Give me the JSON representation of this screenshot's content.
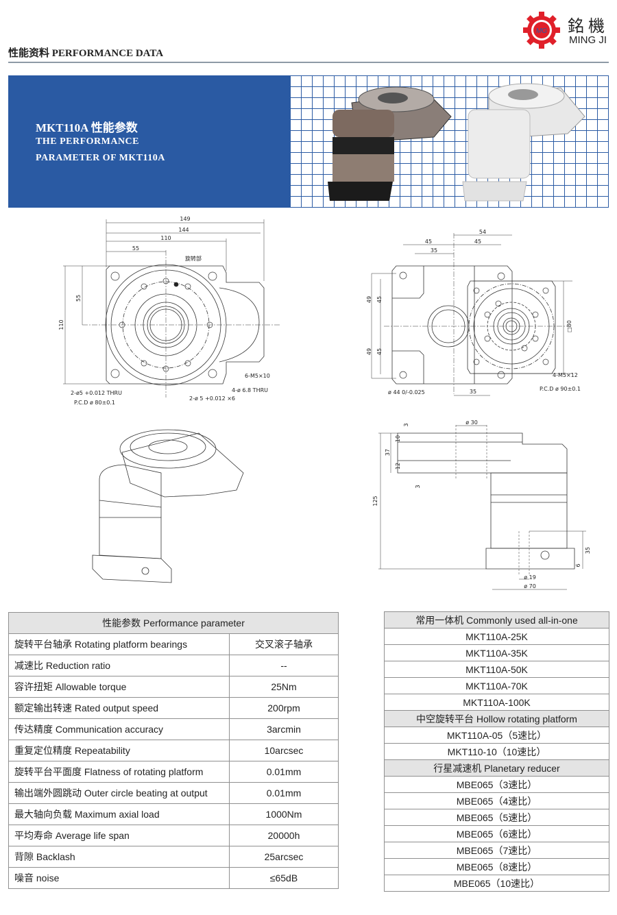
{
  "header": {
    "title": "性能资料 PERFORMANCE DATA",
    "logo_cn": "銘機",
    "logo_en": "MING JI",
    "logo_mark": "MG"
  },
  "banner": {
    "line1": "MKT110A 性能参数",
    "line2": "THE PERFORMANCE",
    "line3": "PARAMETER OF MKT110A"
  },
  "drawing_top": {
    "d149": "149",
    "d144": "144",
    "d110": "110",
    "d55": "55",
    "v55": "55",
    "v110": "110",
    "rotating_part": "旋转部",
    "m5": "6-M5×10",
    "thru68": "4-ø 6.8 THRU",
    "pin1": "2-ø5 +0.012 THRU",
    "pin2": "2-ø 5 +0.012 ×6",
    "pcd": "P.C.D ø 80±0.1"
  },
  "drawing_bottom": {
    "d54": "54",
    "d45a": "45",
    "d45b": "45",
    "d35": "35",
    "v49a": "49",
    "v45a": "45",
    "v49b": "49",
    "v45b": "45",
    "sq80": "□80",
    "m5": "4-M5×12",
    "pcd": "P.C.D ø 90±0.1",
    "phi44": "ø 44 0/-0.025",
    "b35": "35"
  },
  "drawing_side": {
    "phi30": "ø 30",
    "d3a": "3",
    "d10": "10",
    "d37": "37",
    "d12": "12",
    "d3b": "3",
    "d125": "125",
    "d35": "35",
    "d6": "6",
    "phi19": "ø 19",
    "phi70": "ø 70"
  },
  "performance": {
    "header": "性能参数 Performance parameter",
    "rows": [
      {
        "label": "旋转平台轴承 Rotating platform bearings",
        "value": "交叉滚子轴承"
      },
      {
        "label": "减速比 Reduction ratio",
        "value": "--"
      },
      {
        "label": "容许扭矩 Allowable torque",
        "value": "25Nm"
      },
      {
        "label": "额定输出转速 Rated output speed",
        "value": "200rpm"
      },
      {
        "label": "传达精度 Communication accuracy",
        "value": "3arcmin"
      },
      {
        "label": "重复定位精度 Repeatability",
        "value": "10arcsec"
      },
      {
        "label": "旋转平台平面度 Flatness of rotating platform",
        "value": "0.01mm"
      },
      {
        "label": "输出端外圆跳动 Outer circle beating at output",
        "value": "0.01mm"
      },
      {
        "label": "最大轴向负载 Maximum axial load",
        "value": "1000Nm"
      },
      {
        "label": "平均寿命 Average life span",
        "value": "20000h"
      },
      {
        "label": "背隙 Backlash",
        "value": "25arcsec"
      },
      {
        "label": "噪音 noise",
        "value": "≤65dB"
      }
    ]
  },
  "models": {
    "groups": [
      {
        "header": "常用一体机 Commonly used all-in-one",
        "items": [
          "MKT110A-25K",
          "MKT110A-35K",
          "MKT110A-50K",
          "MKT110A-70K",
          "MKT110A-100K"
        ]
      },
      {
        "header": "中空旋转平台 Hollow rotating platform",
        "items": [
          "MKT110A-05（5速比）",
          "MKT110-10（10速比）"
        ]
      },
      {
        "header": "行星减速机 Planetary reducer",
        "items": [
          "MBE065（3速比）",
          "MBE065（4速比）",
          "MBE065（5速比）",
          "MBE065（6速比）",
          "MBE065（7速比）",
          "MBE065（8速比）",
          "MBE065（10速比）"
        ]
      }
    ]
  },
  "colors": {
    "brand_blue": "#2a5aa3",
    "logo_red": "#e0202a"
  }
}
